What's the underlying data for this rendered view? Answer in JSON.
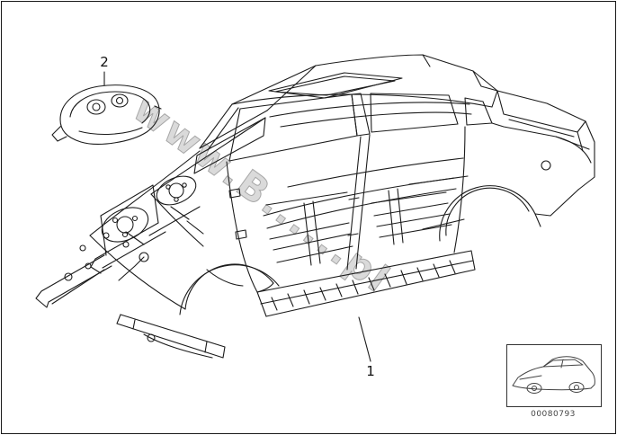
{
  "colors": {
    "background": "#ffffff",
    "line": "#1c1c1c",
    "watermark": "#969696",
    "footer_text": "#444444"
  },
  "diagram": {
    "watermark": "www.B......pl",
    "callouts": [
      {
        "label": "2",
        "part": "sound-insulation-cover"
      },
      {
        "label": "1",
        "part": "body-skeleton"
      }
    ],
    "footer": {
      "image_number": "00080793"
    }
  }
}
